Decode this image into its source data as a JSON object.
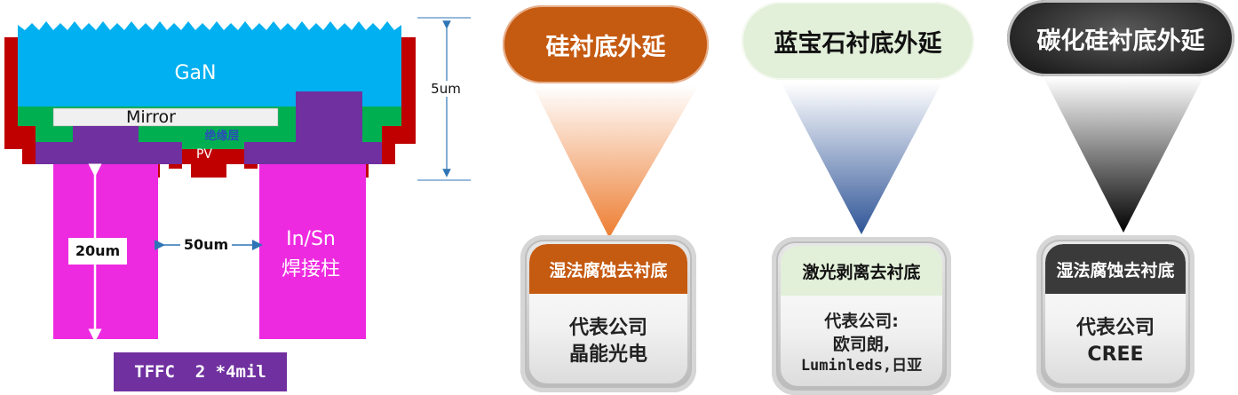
{
  "structure": {
    "gan_label": "GaN",
    "mirror_label": "Mirror",
    "insulation_label": "绝缘层",
    "pv_label": "PV",
    "thickness_label": "5um",
    "height_label": "20um",
    "gap_label": "50um",
    "pillar_label_line1": "In/Sn",
    "pillar_label_line2": "焊接柱",
    "chip_label": "TFFC  2 *4mil",
    "colors": {
      "gan": "#00b0f0",
      "frame": "#c00000",
      "insulation": "#00b050",
      "metal": "#7030a0",
      "pillar": "#ee2ae0",
      "mirror": "#f0f0f0"
    }
  },
  "technologies": [
    {
      "title": "硅衬底外延",
      "method": "湿法腐蚀去衬底",
      "companies_line1": "代表公司",
      "companies_line2": "晶能光电",
      "companies_line3": "",
      "accent": "#c55a11",
      "method_text_color": "#ffffff"
    },
    {
      "title": "蓝宝石衬底外延",
      "method": "激光剥离去衬底",
      "companies_line1": "代表公司:",
      "companies_line2": "欧司朗,",
      "companies_line3": "Luminleds,日亚",
      "accent": "#e2efd9",
      "method_text_color": "#111111"
    },
    {
      "title": "碳化硅衬底外延",
      "method": "湿法腐蚀去衬底",
      "companies_line1": "代表公司",
      "companies_line2": "CREE",
      "companies_line3": "",
      "accent": "#3a3a3a",
      "method_text_color": "#ffffff"
    }
  ]
}
